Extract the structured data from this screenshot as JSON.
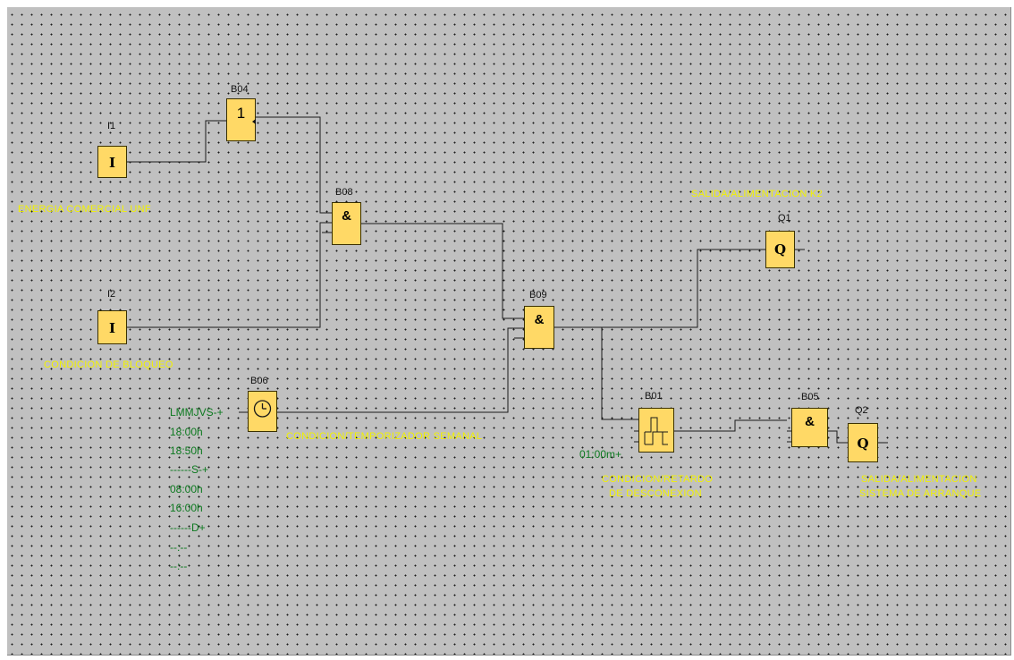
{
  "diagram": {
    "blocks": {
      "I1": {
        "id": "I1",
        "symbol": "I"
      },
      "I2": {
        "id": "I2",
        "symbol": "I"
      },
      "B04": {
        "id": "B04",
        "symbol": "1"
      },
      "B08": {
        "id": "B08",
        "symbol": "&"
      },
      "B09": {
        "id": "B09",
        "symbol": "&"
      },
      "B06": {
        "id": "B06",
        "symbol": "clock-icon"
      },
      "B01": {
        "id": "B01",
        "symbol": "off-delay-icon"
      },
      "B05": {
        "id": "B05",
        "symbol": "&"
      },
      "Q1": {
        "id": "Q1",
        "symbol": "Q"
      },
      "Q2": {
        "id": "Q2",
        "symbol": "Q"
      }
    },
    "comments": {
      "i1": "ENERGIA COMERCIAL UNF",
      "i2": "CONDICION DE BLOQUEO",
      "b06": "CONDICION/TEMPORIZADOR SEMANAL",
      "q1": "SALIDA/ALIMENTACION K2",
      "b01_line1": "CONDICION/RETARDO",
      "b01_line2": "DE DESCONEXION",
      "q2_line1": "SALIDA/ALIMENTACION",
      "q2_line2": "SISTEMA DE ARRANQUE"
    },
    "timer_params": [
      "LMMJVS-+",
      "18:00h",
      "18:50h",
      "------S-+",
      "08:00h",
      "16:00h",
      "------D+",
      "--:--",
      "--:--"
    ],
    "delay_param": "01:00m+"
  },
  "colors": {
    "canvas": "#c0c0c0",
    "block_fill": "#ffd966",
    "comment_text": "#f2f200",
    "param_text": "#0d7a20",
    "wire": "#1a1a1a"
  }
}
